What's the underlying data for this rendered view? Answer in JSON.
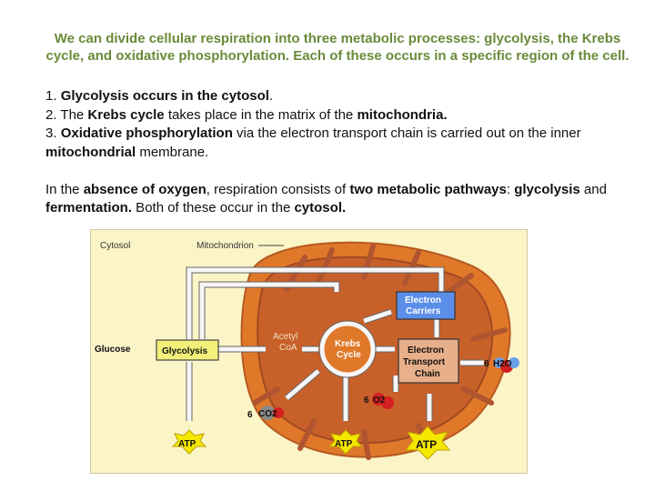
{
  "title": "We can divide cellular respiration into three metabolic processes: glycolysis, the Krebs cycle, and oxidative phosphorylation. Each of these occurs in a specific region of the cell.",
  "items": [
    {
      "num": "1. ",
      "b1": "Glycolysis occurs in the cytosol",
      "t1": "."
    },
    {
      "num": "2. The ",
      "b1": "Krebs cycle",
      "t1": " takes place in the matrix of the ",
      "b2": "mitochondria."
    },
    {
      "num": "3. ",
      "b1": "Oxidative phosphorylation",
      "t1": " via the electron transport chain is carried out on the inner ",
      "b2": "mitochondrial",
      "t2": " membrane."
    }
  ],
  "para": {
    "t0": "In the ",
    "b1": "absence of oxygen",
    "t1": ", respiration consists of ",
    "b2": "two metabolic pathways",
    "t2": ": ",
    "b3": "glycolysis",
    "t3": " and ",
    "b4": "fermentation.",
    "t4": " Both of these occur in the ",
    "b5": "cytosol."
  },
  "diagram": {
    "cytosol": "Cytosol",
    "mitochondrion": "Mitochondrion",
    "glucose": "Glucose",
    "glycolysis": "Glycolysis",
    "acetyl1": "Acetyl",
    "acetyl2": "CoA",
    "krebs1": "Krebs",
    "krebs2": "Cycle",
    "carriers1": "Electron",
    "carriers2": "Carriers",
    "etc1": "Electron",
    "etc2": "Transport",
    "etc3": "Chain",
    "co2_coef": "6",
    "co2": "CO2",
    "o2_coef": "6",
    "o2": "O2",
    "h2o_coef": "6",
    "h2o": "H2O",
    "atp": "ATP",
    "colors": {
      "mito_outer": "#e0782a",
      "mito_inner": "#c8602a",
      "mito_cristae": "#b05530",
      "glycolysis_box": "#f3f07a",
      "carriers_box": "#5b8ee8",
      "etc_box": "#e8b08a",
      "atp_star": "#f5e800",
      "arrow": "#f6f6f6"
    }
  }
}
